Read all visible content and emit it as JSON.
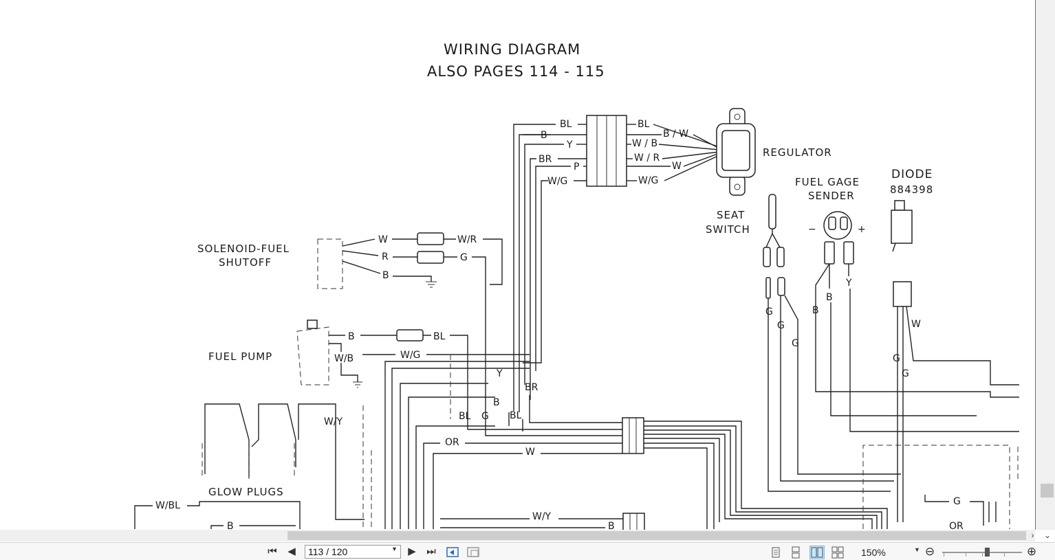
{
  "document": {
    "title_line1": "WIRING  DIAGRAM",
    "title_line2": "ALSO PAGES 114 - 115",
    "components": {
      "regulator": "REGULATOR",
      "fuel_gage_l1": "FUEL GAGE",
      "fuel_gage_l2": "SENDER",
      "diode_l1": "DIODE",
      "diode_l2": "884398",
      "seat_l1": "SEAT",
      "seat_l2": "SWITCH",
      "solenoid_l1": "SOLENOID-FUEL",
      "solenoid_l2": "SHUTOFF",
      "fuel_pump": "FUEL PUMP",
      "glow_plugs": "GLOW PLUGS"
    },
    "wire_labels": {
      "bl1": "BL",
      "b1": "B",
      "y1": "Y",
      "br1": "BR",
      "p": "P",
      "wg1": "W/G",
      "bl2": "BL",
      "bw": "B / W",
      "wb1": "W / B",
      "wr1": "W / R",
      "w1": "W",
      "wg2": "W/G",
      "sol_w": "W",
      "sol_r": "R",
      "sol_b": "B",
      "sol_wr": "W/R",
      "sol_g": "G",
      "fp_b": "B",
      "fp_bl": "BL",
      "fp_wb": "W/B",
      "fp_wg": "W/G",
      "y2": "Y",
      "br2": "BR",
      "b2": "B",
      "bl3": "BL",
      "g1": "G",
      "bl4": "BL",
      "wy1": "W/Y",
      "or1": "OR",
      "w2": "W",
      "wbl": "W/BL",
      "b3": "B",
      "wy2": "W/Y",
      "b4": "B",
      "minus": "−",
      "plus": "+",
      "sw_g1": "G",
      "sw_g2": "G",
      "sw_g3": "G",
      "fg_b1": "B",
      "fg_b2": "B",
      "fg_y": "Y",
      "d_w": "W",
      "d_g1": "G",
      "d_g2": "G",
      "g_r": "G",
      "or_r": "OR"
    }
  },
  "toolbar": {
    "page_value": "113 / 120",
    "zoom_value": "150%"
  },
  "icons": {
    "first": "⏮",
    "prev": "◀",
    "next": "▶",
    "last": "⏭",
    "zoom_out": "⊖",
    "zoom_in": "⊕",
    "dropdown": "▼",
    "scroll_right": "›",
    "scroll_down": "⌄"
  }
}
